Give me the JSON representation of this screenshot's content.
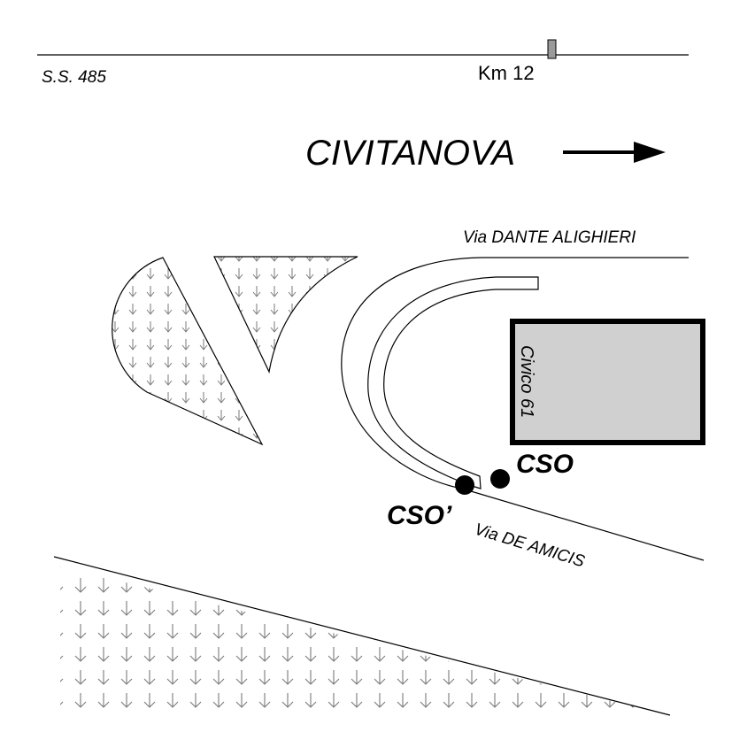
{
  "route": {
    "road_name": "S.S. 485",
    "km_marker": "Km 12"
  },
  "direction": {
    "destination": "CIVITANOVA"
  },
  "streets": {
    "north": "Via DANTE ALIGHIERI",
    "south": "Via DE AMICIS"
  },
  "building": {
    "label": "Civico 61",
    "fill_color": "#d0d0d0"
  },
  "points": {
    "cso_label": "CSO",
    "cso_prime_label": "CSO’"
  },
  "legend_colors": {
    "greenery_pattern": "#7a7a7a",
    "line_color": "#000000"
  }
}
